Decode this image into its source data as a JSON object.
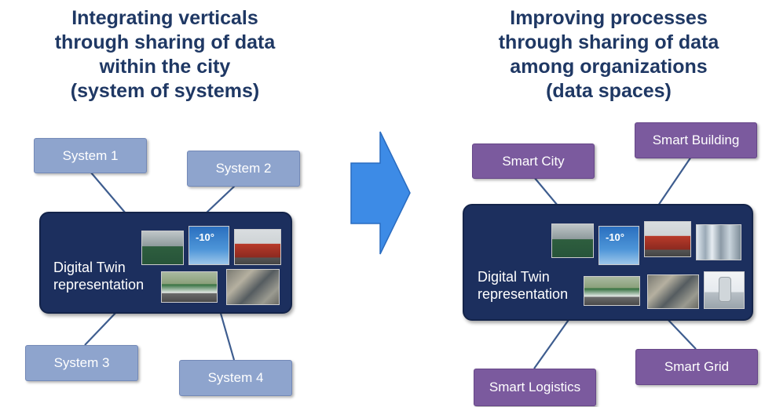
{
  "left": {
    "title_lines": [
      "Integrating verticals",
      "through sharing of data",
      "within the city",
      "(system of systems)"
    ],
    "hub_label_lines": [
      "Digital Twin",
      "representation"
    ],
    "nodes": [
      "System 1",
      "System 2",
      "System 3",
      "System 4"
    ]
  },
  "right": {
    "title_lines": [
      "Improving processes",
      "through sharing of data",
      "among organizations",
      "(data spaces)"
    ],
    "hub_label_lines": [
      "Digital Twin",
      "representation"
    ],
    "nodes": [
      "Smart City",
      "Smart Building",
      "Smart Logistics",
      "Smart Grid"
    ]
  },
  "colors": {
    "title": "#1f3864",
    "hub": "#1c2f5e",
    "system_node": "#8ea4cd",
    "smart_node": "#7b5a9e",
    "arrow": "#3d8be6",
    "connector": "#3e5d8f"
  },
  "icons": [
    "recycling-bins-photo",
    "weather-forecast-photo",
    "bus-photo",
    "garbage-truck-photo",
    "traffic-photo",
    "skyscraper-photo",
    "ev-charger-photo"
  ]
}
